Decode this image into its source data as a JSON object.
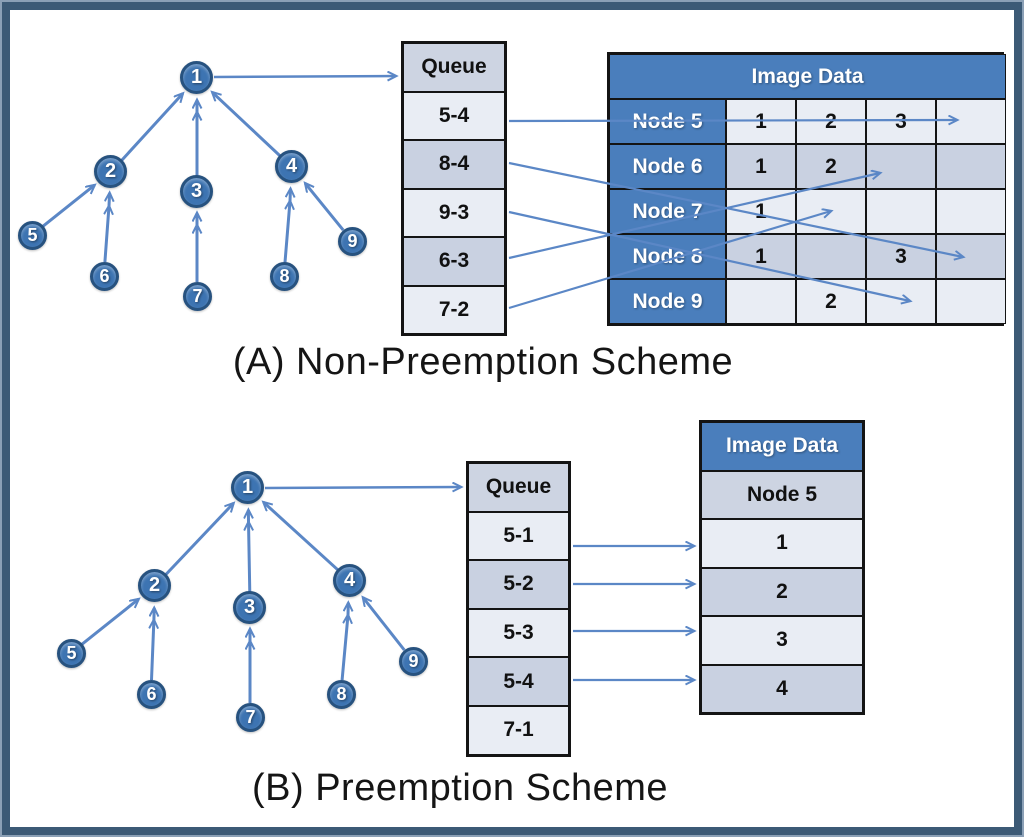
{
  "figure": {
    "panel_a": {
      "title": "(A) Non-Preemption Scheme",
      "tree_labels": [
        "1",
        "2",
        "3",
        "4",
        "5",
        "6",
        "7",
        "8",
        "9"
      ],
      "queue": {
        "header": "Queue",
        "items": [
          "5-4",
          "8-4",
          "9-3",
          "6-3",
          "7-2"
        ]
      },
      "table": {
        "header": "Image Data",
        "rows": [
          {
            "label": "Node 5",
            "cells": [
              "1",
              "2",
              "3",
              ""
            ]
          },
          {
            "label": "Node 6",
            "cells": [
              "1",
              "2",
              "",
              ""
            ]
          },
          {
            "label": "Node 7",
            "cells": [
              "1",
              "",
              "",
              ""
            ]
          },
          {
            "label": "Node 8",
            "cells": [
              "1",
              "",
              "3",
              ""
            ]
          },
          {
            "label": "Node 9",
            "cells": [
              "",
              "2",
              "",
              ""
            ]
          }
        ]
      }
    },
    "panel_b": {
      "title": "(B) Preemption Scheme",
      "tree_labels": [
        "1",
        "2",
        "3",
        "4",
        "5",
        "6",
        "7",
        "8",
        "9"
      ],
      "queue": {
        "header": "Queue",
        "items": [
          "5-1",
          "5-2",
          "5-3",
          "5-4",
          "7-1"
        ]
      },
      "table": {
        "header": "Image Data",
        "subheader": "Node 5",
        "cells": [
          "1",
          "2",
          "3",
          "4"
        ]
      }
    },
    "colors": {
      "frame": "#3c5a76",
      "node_fill": "#3d74b2",
      "node_border": "#27527f",
      "table_blue": "#4a7ebc",
      "row_light": "#e9edf4",
      "row_dark": "#c9d1e1",
      "header_gray": "#cdd4e2",
      "arrow": "#5b87c6"
    }
  }
}
